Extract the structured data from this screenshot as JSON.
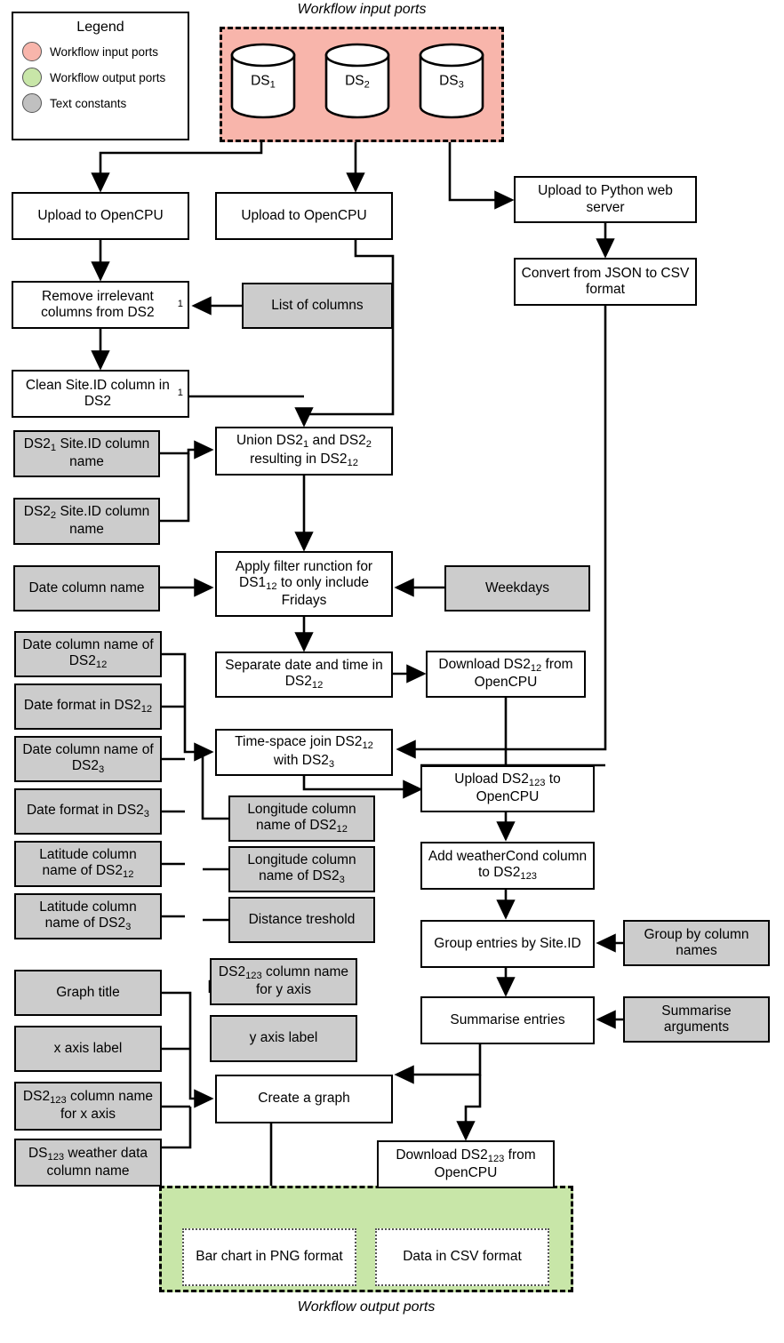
{
  "legend": {
    "title": "Legend",
    "items": [
      {
        "label": "Workflow input ports",
        "color": "#f8b5ab",
        "name": "legend-input-ports"
      },
      {
        "label": "Workflow output ports",
        "color": "#c8e6a8",
        "name": "legend-output-ports"
      },
      {
        "label": "Text constants",
        "color": "#c0c0c0",
        "name": "legend-text-constants"
      }
    ]
  },
  "groups": {
    "input_label": "Workflow input ports",
    "output_label": "Workflow output ports"
  },
  "datasources": [
    {
      "label": "DS",
      "sub": "1"
    },
    {
      "label": "DS",
      "sub": "2"
    },
    {
      "label": "DS",
      "sub": "3"
    }
  ],
  "nodes": {
    "upload_opencpu_1": "Upload to OpenCPU",
    "upload_opencpu_2": "Upload to OpenCPU",
    "upload_python": "Upload to Python web server",
    "convert_json_csv": "Convert from JSON to CSV format",
    "remove_irrelevant": "Remove irrelevant columns from DS2",
    "remove_irrelevant_sub": "1",
    "list_of_columns": "List of columns",
    "clean_siteid": "Clean Site.ID column in DS2",
    "clean_siteid_sub": "1",
    "const_ds21_siteid": "Site.ID column name",
    "const_ds21_siteid_pre": "DS2",
    "const_ds21_siteid_sub": "1",
    "const_ds22_siteid_pre": "DS2",
    "const_ds22_siteid_sub": "2",
    "const_ds22_siteid": "Site.ID column name",
    "union": "Union DS2",
    "union_sub1": "1",
    "union_mid": " and DS2",
    "union_sub2": "2",
    "union_tail": "resulting in DS2",
    "union_sub3": "12",
    "const_date_column_name": "Date column name",
    "apply_filter_a": "Apply filter runction for DS1",
    "apply_filter_sub": "12",
    "apply_filter_b": " to only include Fridays",
    "weekdays": "Weekdays",
    "const_date_col_ds212_a": "Date column name of DS2",
    "const_date_col_ds212_sub": "12",
    "const_date_fmt_ds212_a": "Date format in DS2",
    "const_date_fmt_ds212_sub": "12",
    "const_date_col_ds23_a": "Date column name of DS2",
    "const_date_col_ds23_sub": "3",
    "const_date_fmt_ds23_a": "Date format in DS2",
    "const_date_fmt_ds23_sub": "3",
    "const_lat_ds212_a": "Latitude column name of DS2",
    "const_lat_ds212_sub": "12",
    "const_lat_ds23_a": "Latitude column name of DS2",
    "const_lat_ds23_sub": "3",
    "separate_datetime_a": "Separate date and time in DS2",
    "separate_datetime_sub": "12",
    "download_ds212_a": "Download DS2",
    "download_ds212_sub": "12",
    "download_ds212_b": " from OpenCPU",
    "timespace_join_a": "Time-space join DS2",
    "timespace_join_sub1": "12",
    "timespace_join_b": " with DS2",
    "timespace_join_sub2": "3",
    "const_lon_ds212_a": "Longitude column name of DS2",
    "const_lon_ds212_sub": "12",
    "const_lon_ds23_a": "Longitude column name of DS2",
    "const_lon_ds23_sub": "3",
    "const_distance_threshold": "Distance treshold",
    "upload_ds2123_a": "Upload DS2",
    "upload_ds2123_sub": "123",
    "upload_ds2123_b": " to OpenCPU",
    "add_weathercond_a": "Add weatherCond column to DS2",
    "add_weathercond_sub": "123",
    "group_entries": "Group entries by Site.ID",
    "const_group_by": "Group by column names",
    "summarise_entries": "Summarise entries",
    "const_summarise_args": "Summarise arguments",
    "const_graph_title": "Graph title",
    "const_x_axis_label": "x axis label",
    "const_y_axis_label": "y axis label",
    "const_ycol_a": "DS2",
    "const_ycol_sub": "123",
    "const_ycol_b": " column name for y axis",
    "const_xcol_a": "DS2",
    "const_xcol_sub": "123",
    "const_xcol_b": " column name for x axis",
    "const_weather_col_a": "DS",
    "const_weather_col_sub": "123",
    "const_weather_col_b": " weather data column name",
    "create_graph": "Create a graph",
    "download_ds2123_a": "Download DS2",
    "download_ds2123_sub": "123",
    "download_ds2123_b": " from OpenCPU",
    "out_bar_chart": "Bar chart in PNG format",
    "out_data_csv": "Data in CSV format"
  },
  "colors": {
    "input_ports_fill": "#f8b5ab",
    "output_ports_fill": "#c8e6a8",
    "constant_fill": "#cccccc",
    "stroke": "#000000"
  }
}
